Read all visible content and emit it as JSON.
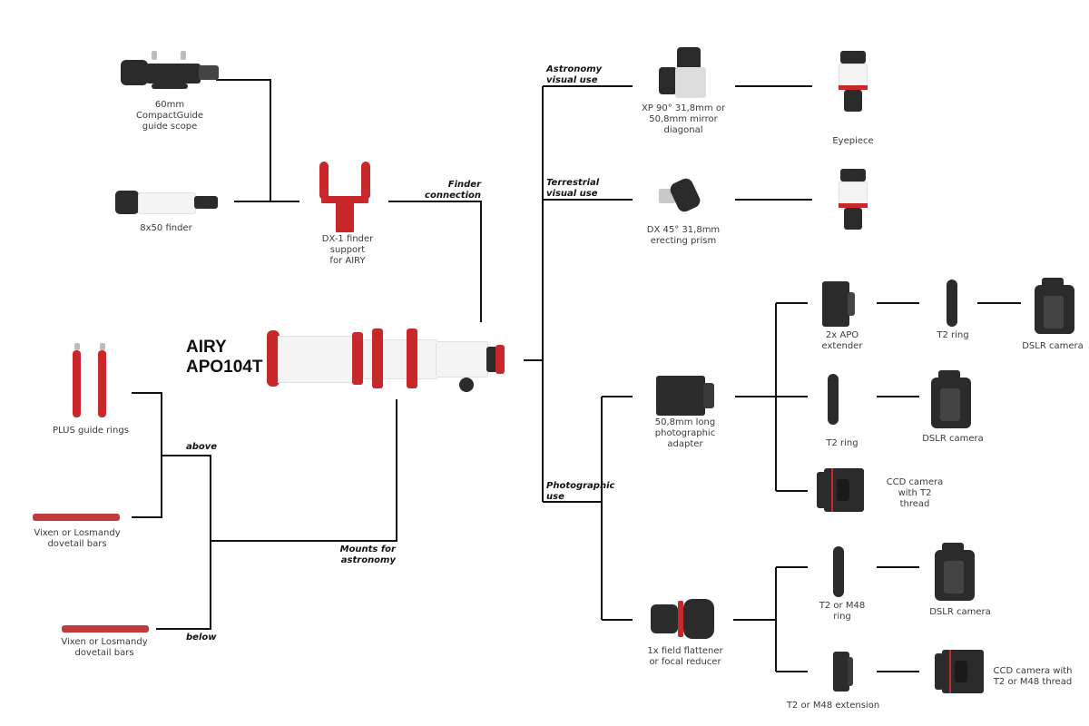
{
  "diagram": {
    "title": [
      "AIRY",
      "APO104T"
    ],
    "colors": {
      "accent_red": "#c8282a",
      "line": "#111111",
      "text": "#3a3a3a",
      "background": "#ffffff"
    },
    "branches": {
      "finder_connection": [
        "Finder",
        "connection"
      ],
      "astronomy_visual": [
        "Astronomy",
        "visual use"
      ],
      "terrestrial_visual": [
        "Terrestrial",
        "visual use"
      ],
      "photographic": [
        "Photographic",
        "use"
      ],
      "mounts": [
        "Mounts for",
        "astronomy"
      ],
      "above": "above",
      "below": "below"
    },
    "products": {
      "guide_scope": [
        "60mm",
        "CompactGuide",
        "guide scope"
      ],
      "finder": [
        "8x50 finder"
      ],
      "finder_support": [
        "DX-1 finder",
        "support",
        "for AIRY"
      ],
      "mirror_diagonal": [
        "XP 90° 31,8mm or",
        "50,8mm mirror",
        "diagonal"
      ],
      "erecting_prism": [
        "DX 45° 31,8mm",
        "erecting prism"
      ],
      "eyepiece": [
        "Eyepiece"
      ],
      "apo_extender": [
        "2x APO",
        "extender"
      ],
      "t2_ring_1": [
        "T2 ring"
      ],
      "dslr_1": [
        "DSLR camera"
      ],
      "photo_adapter": [
        "50,8mm long",
        "photographic",
        "adapter"
      ],
      "t2_ring_2": [
        "T2 ring"
      ],
      "dslr_2": [
        "DSLR camera"
      ],
      "ccd_t2": [
        "CCD camera",
        "with T2",
        "thread"
      ],
      "flattener": [
        "1x field flattener",
        "or focal reducer"
      ],
      "t2_m48_ring": [
        "T2 or M48",
        "ring"
      ],
      "dslr_3": [
        "DSLR camera"
      ],
      "t2_m48_extension": [
        "T2 or M48 extension"
      ],
      "ccd_t2_m48": [
        "CCD camera with",
        "T2 or M48 thread"
      ],
      "guide_rings": [
        "PLUS guide rings"
      ],
      "dovetail_above": [
        "Vixen or Losmandy",
        "dovetail bars"
      ],
      "dovetail_below": [
        "Vixen or Losmandy",
        "dovetail bars"
      ]
    }
  }
}
